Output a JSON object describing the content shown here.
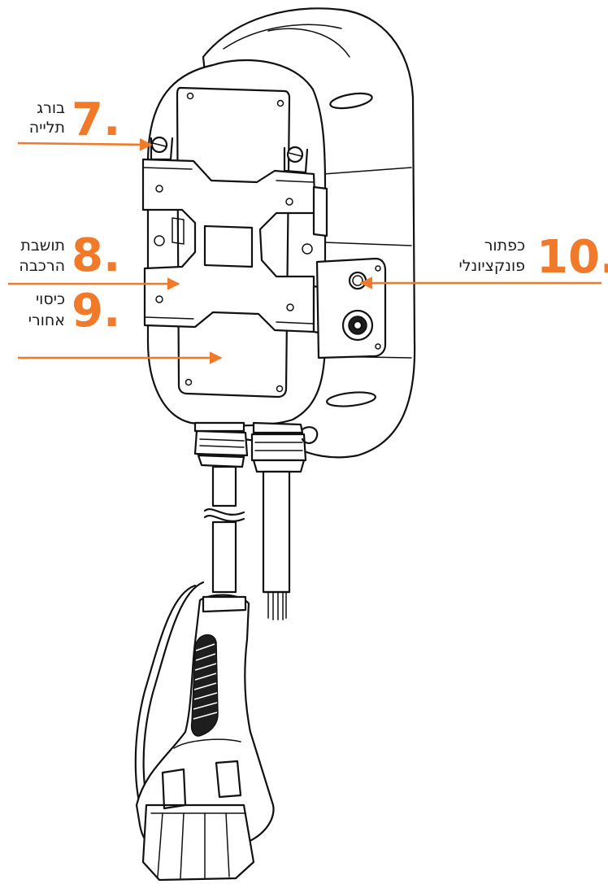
{
  "accent_color": "#f07a2a",
  "callouts": [
    {
      "number": "7.",
      "line1": "בורג",
      "line2": "תלייה"
    },
    {
      "number": "8.",
      "line1": "תושבת",
      "line2": "הרכבה"
    },
    {
      "number": "9.",
      "line1": "כיסוי",
      "line2": "אחורי"
    },
    {
      "number": "10.",
      "line1": "כפתור",
      "line2": "פונקציונלי"
    }
  ]
}
